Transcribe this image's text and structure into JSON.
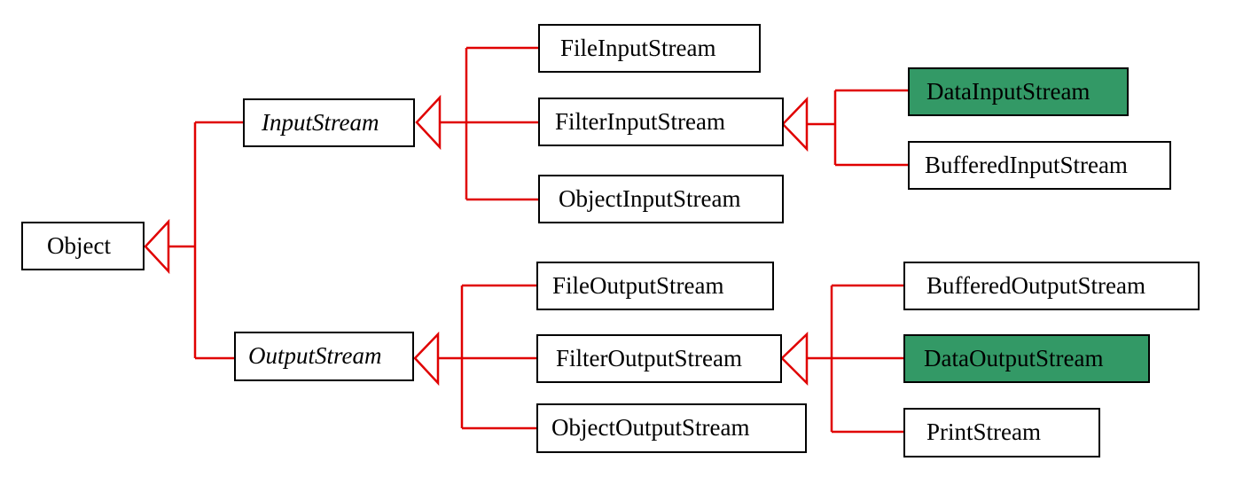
{
  "colors": {
    "connector": "#e00000",
    "border": "#000000",
    "highlight": "#339966"
  },
  "nodes": {
    "object": "Object",
    "input_stream": "InputStream",
    "output_stream": "OutputStream",
    "file_input_stream": "FileInputStream",
    "filter_input_stream": "FilterInputStream",
    "object_input_stream": "ObjectInputStream",
    "data_input_stream": "DataInputStream",
    "buffered_input_stream": "BufferedInputStream",
    "file_output_stream": "FileOutputStream",
    "filter_output_stream": "FilterOutputStream",
    "object_output_stream": "ObjectOutputStream",
    "buffered_output_stream": "BufferedOutputStream",
    "data_output_stream": "DataOutputStream",
    "print_stream": "PrintStream"
  },
  "abstract_nodes": [
    "InputStream",
    "OutputStream"
  ],
  "highlighted_nodes": [
    "DataInputStream",
    "DataOutputStream"
  ]
}
